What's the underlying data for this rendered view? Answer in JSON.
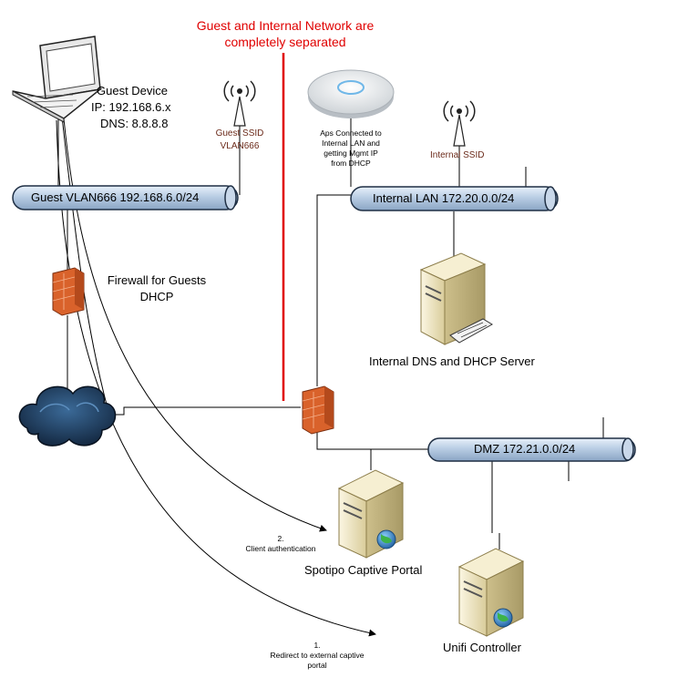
{
  "title": {
    "line1": "Guest and Internal Network are",
    "line2": "completely separated"
  },
  "guest_device": {
    "line1": "Guest Device",
    "line2": "IP: 192.168.6.x",
    "line3": "DNS: 8.8.8.8"
  },
  "guest_ssid": {
    "line1": "Guest SSID",
    "line2": "VLAN666"
  },
  "ap_note": {
    "line1": "Aps Connected to",
    "line2": "Internal LAN and",
    "line3": "getting Mgmt IP",
    "line4": "from DHCP"
  },
  "internal_ssid": "Internal SSID",
  "networks": {
    "guest_vlan": "Guest VLAN666 192.168.6.0/24",
    "internal_lan": "Internal LAN 172.20.0.0/24",
    "dmz": "DMZ 172.21.0.0/24"
  },
  "firewall_guests": {
    "line1": "Firewall for Guests",
    "line2": "DHCP"
  },
  "dns_dhcp_server": "Internal DNS and DHCP Server",
  "captive_portal": "Spotipo Captive Portal",
  "unifi_controller": "Unifi Controller",
  "step2": {
    "num": "2.",
    "text": "Client authentication"
  },
  "step1": {
    "num": "1.",
    "line1": "Redirect to external captive",
    "line2": "portal"
  },
  "colors": {
    "separator": "#e00000",
    "pipe_fill": "#bcd0e6",
    "pipe_stroke": "#1f2f44",
    "cloud": "#1b3554",
    "firewall": "#d9622b",
    "server": "#eadfb8",
    "globe": "#2d86c9"
  },
  "icons": [
    "laptop-icon",
    "antenna-icon",
    "access-point-icon",
    "firewall-icon",
    "cloud-icon",
    "server-icon",
    "globe-icon"
  ]
}
